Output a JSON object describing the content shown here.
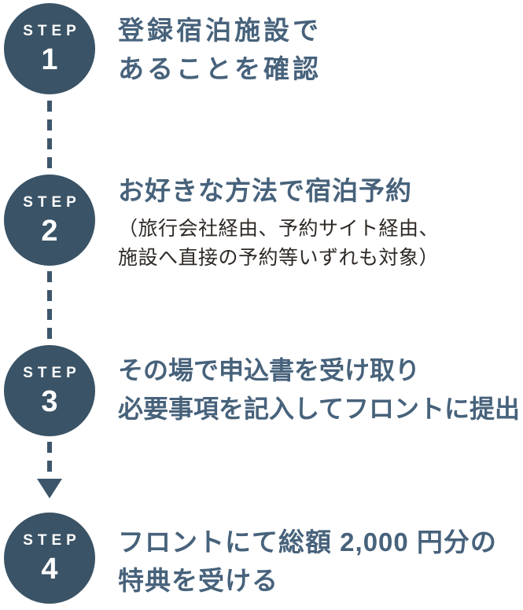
{
  "colors": {
    "circle_fill": "#3a5366",
    "title_text": "#47627b",
    "note_text": "#2f2a26",
    "connector": "#3d566b",
    "step_text": "#ffffff",
    "background": "#ffffff"
  },
  "steps": [
    {
      "label": "STEP",
      "number": "1",
      "title_lines": [
        "登録宿泊施設で",
        "あることを確認"
      ],
      "note_lines": []
    },
    {
      "label": "STEP",
      "number": "2",
      "title_lines": [
        "お好きな方法で宿泊予約"
      ],
      "note_lines": [
        "（旅行会社経由、予約サイト経由、",
        "施設へ直接の予約等いずれも対象）"
      ]
    },
    {
      "label": "STEP",
      "number": "3",
      "title_lines": [
        "その場で申込書を受け取り",
        "必要事項を記入してフロントに提出"
      ],
      "note_lines": []
    },
    {
      "label": "STEP",
      "number": "4",
      "title_lines": [
        "フロントにて総額 2,000 円分の",
        "特典を受ける"
      ],
      "note_lines": []
    }
  ]
}
